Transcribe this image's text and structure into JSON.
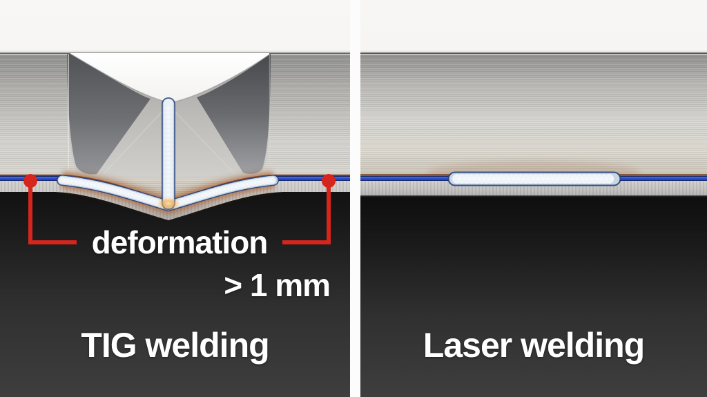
{
  "figure": {
    "left_panel": {
      "label": "TIG welding",
      "annotation_line1": "deformation",
      "annotation_line2": "> 1 mm"
    },
    "right_panel": {
      "label": "Laser welding"
    }
  },
  "colors": {
    "accent_red": "#d6251d",
    "blue_line": "#2b4bd0",
    "blue_line_dark": "#1a2a66",
    "heat_orange": "#b3581a",
    "heat_maroon": "#6b2d14",
    "label_text": "#ffffff",
    "divider": "#fcfcfc"
  }
}
